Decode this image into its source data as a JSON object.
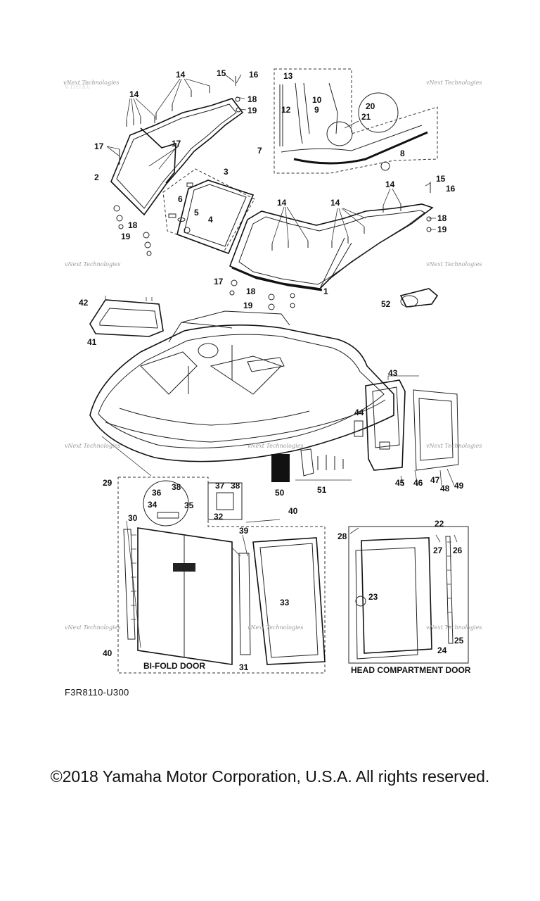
{
  "watermark": {
    "text": "vNext Technologies"
  },
  "labels": {
    "p1": "1",
    "p2": "2",
    "p3": "3",
    "p4": "4",
    "p5": "5",
    "p6": "6",
    "p7": "7",
    "p8": "8",
    "p9": "9",
    "p10": "10",
    "p12": "12",
    "p13": "13",
    "p14a": "14",
    "p14b": "14",
    "p14c": "14",
    "p14d": "14",
    "p14e": "14",
    "p15a": "15",
    "p15b": "15",
    "p16a": "16",
    "p16b": "16",
    "p17a": "17",
    "p17b": "17",
    "p17c": "17",
    "p18a": "18",
    "p18b": "18",
    "p18c": "18",
    "p18d": "18",
    "p19a": "19",
    "p19b": "19",
    "p19c": "19",
    "p19d": "19",
    "p20": "20",
    "p21": "21",
    "p22": "22",
    "p23": "23",
    "p24": "24",
    "p25": "25",
    "p26": "26",
    "p27": "27",
    "p28": "28",
    "p29": "29",
    "p30": "30",
    "p31": "31",
    "p32": "32",
    "p33": "33",
    "p34": "34",
    "p35": "35",
    "p36": "36",
    "p37": "37",
    "p38a": "38",
    "p38b": "38",
    "p39": "39",
    "p40a": "40",
    "p40b": "40",
    "p41": "41",
    "p42": "42",
    "p43": "43",
    "p44": "44",
    "p45": "45",
    "p46": "46",
    "p47": "47",
    "p48": "48",
    "p49": "49",
    "p50": "50",
    "p51": "51",
    "p52": "52"
  },
  "captions": {
    "bifold": "BI-FOLD DOOR",
    "head": "HEAD COMPARTMENT DOOR"
  },
  "ref_code": "F3R8110-U300",
  "copyright": "©2018 Yamaha Motor Corporation, U.S.A. All rights reserved."
}
